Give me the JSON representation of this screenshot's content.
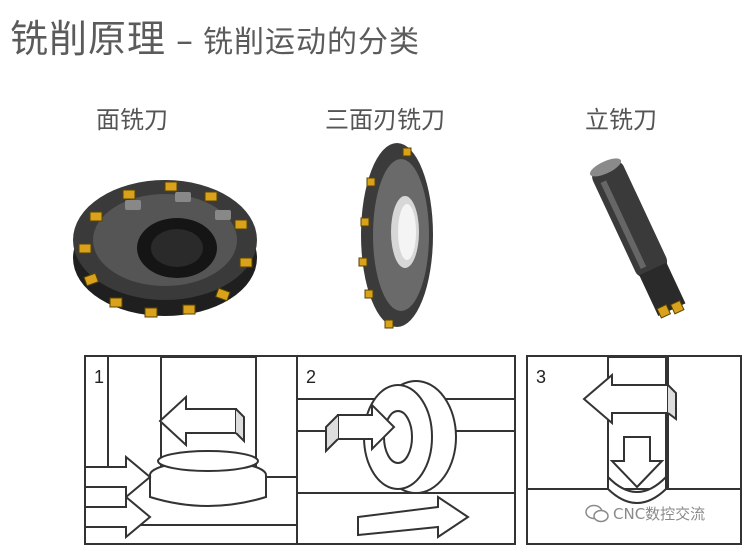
{
  "title": {
    "main": "铣削原理",
    "dash": "–",
    "sub": "铣削运动的分类"
  },
  "tools": [
    {
      "label": "面铣刀"
    },
    {
      "label": "三面刃铣刀"
    },
    {
      "label": "立铣刀"
    }
  ],
  "panels": [
    {
      "number": "1"
    },
    {
      "number": "2"
    },
    {
      "number": "3"
    }
  ],
  "watermark": {
    "text": "CNC数控交流",
    "icon": "wechat-icon"
  },
  "colors": {
    "title": "#5b5b5b",
    "insert": "#d9a21a",
    "tool_body": "#2b2b2b",
    "outline": "#333333"
  }
}
